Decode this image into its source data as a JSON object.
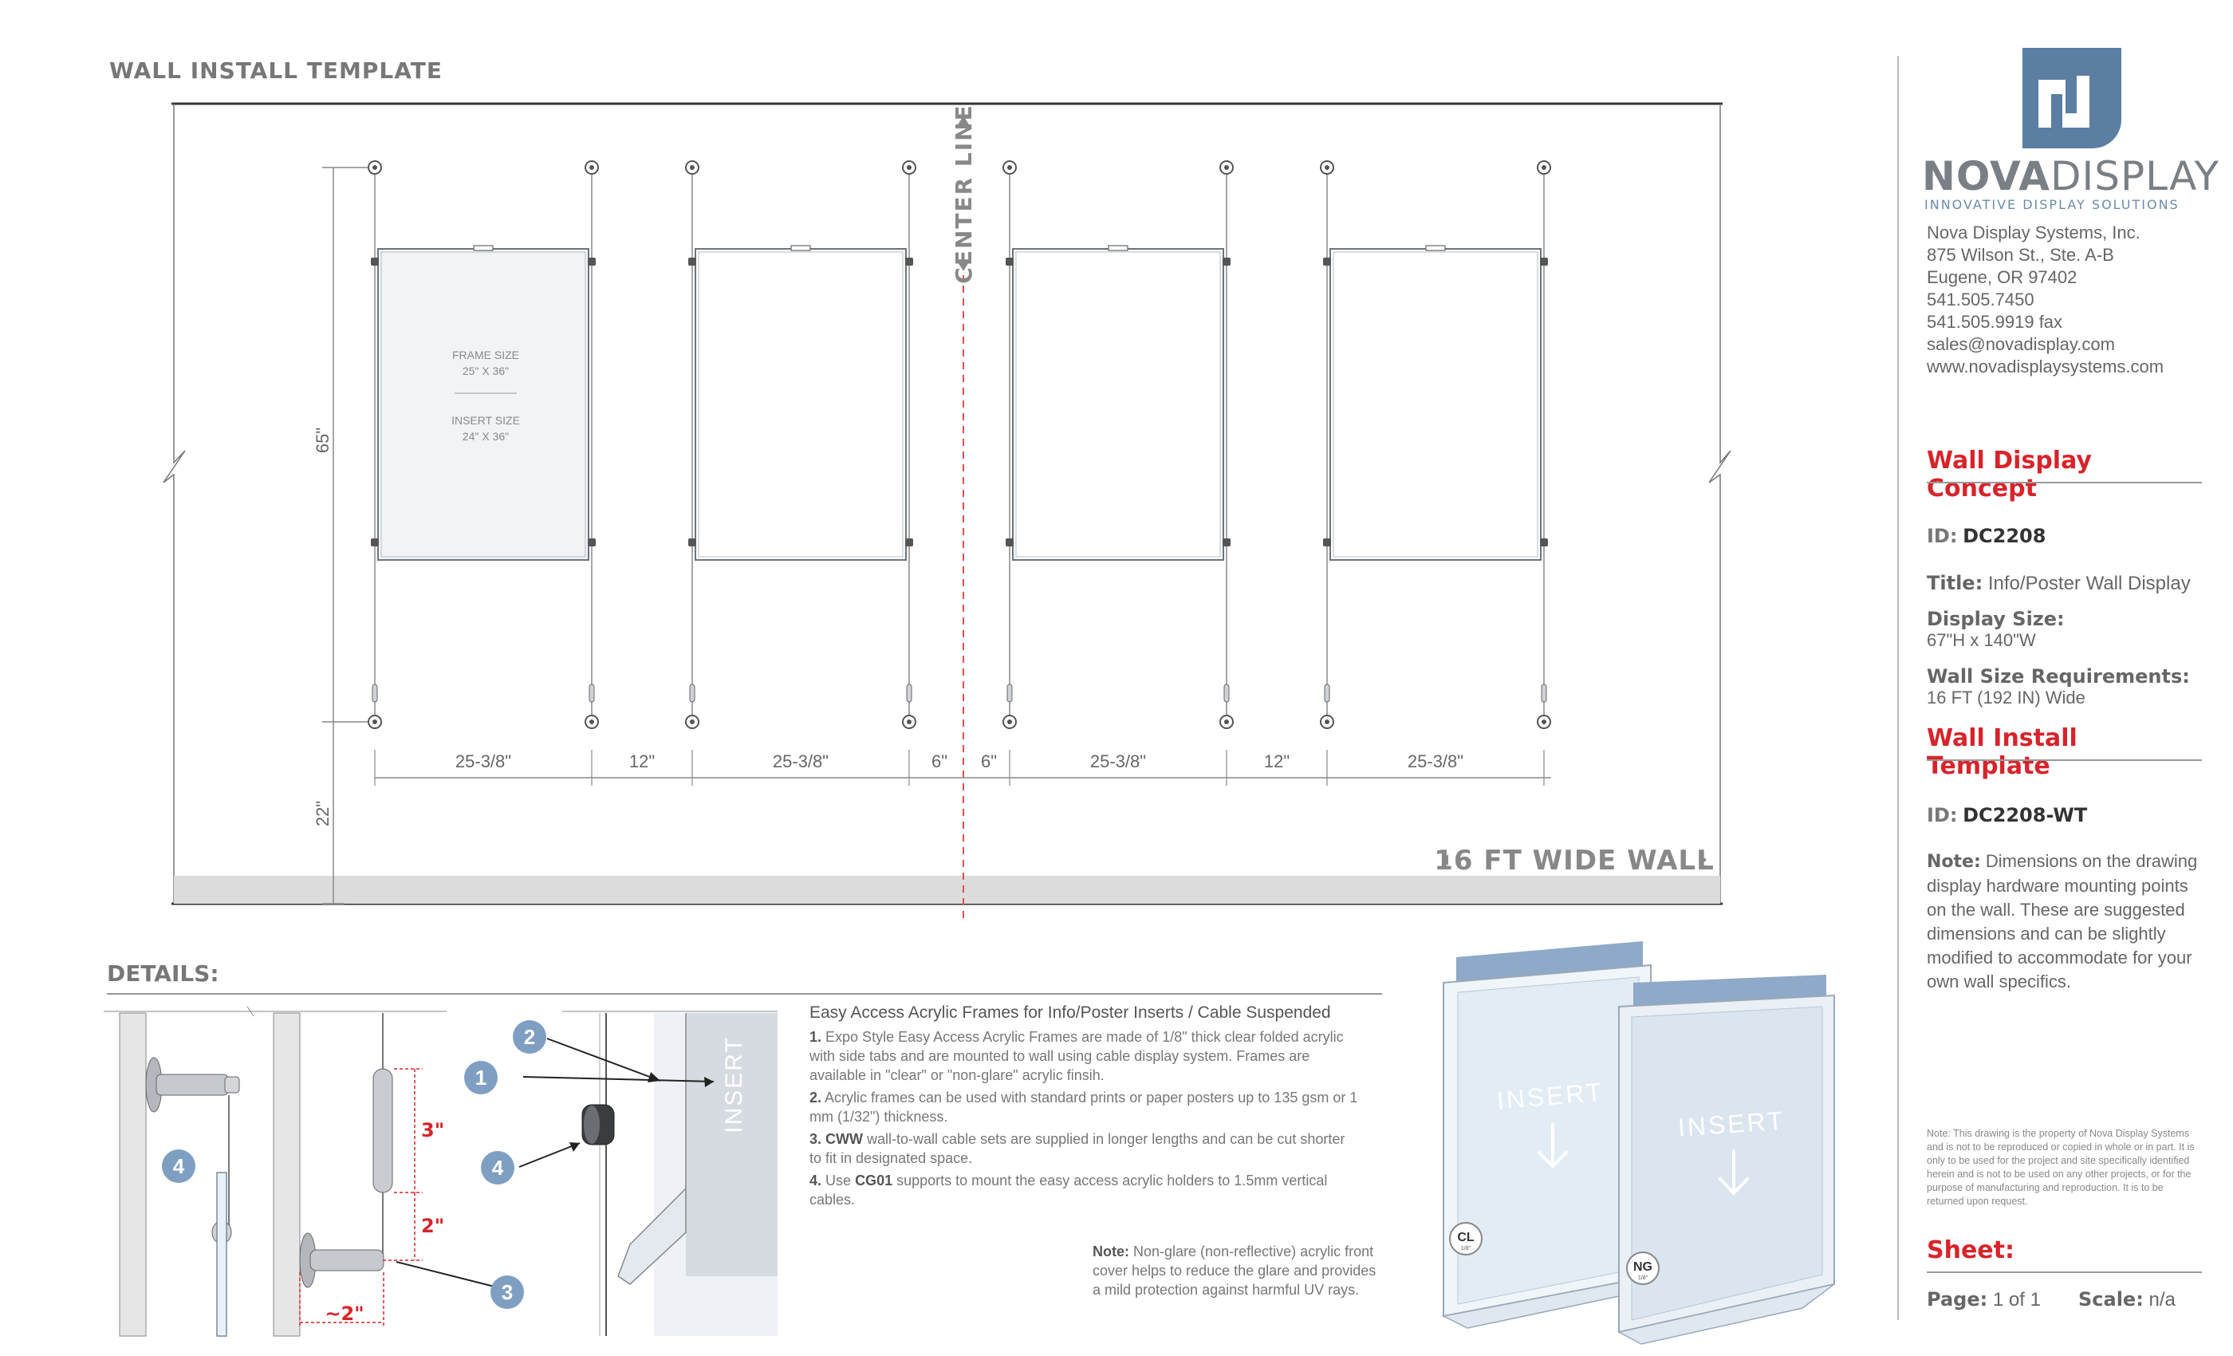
{
  "template_title": "WALL INSTALL TEMPLATE",
  "center_line_label": "CENTER LINE",
  "wall_width_label": "16 FT WIDE WALL",
  "frame_size_label": "FRAME SIZE",
  "frame_size_value": "25\" X 36\"",
  "insert_size_label": "INSERT SIZE",
  "insert_size_value": "24\" X 36\"",
  "height_dim": "65\"",
  "floor_dim": "22\"",
  "spacing_dims": [
    "25-3/8\"",
    "12\"",
    "25-3/8\"",
    "6\"",
    "6\"",
    "25-3/8\"",
    "12\"",
    "25-3/8\""
  ],
  "details": {
    "title": "DETAILS:",
    "heading": "Easy Access Acrylic Frames for Info/Poster Inserts / Cable Suspended",
    "items": [
      {
        "num": "1.",
        "text": "Expo Style Easy Access Acrylic Frames are made of 1/8\" thick clear folded acrylic with side tabs and are mounted to wall using cable display system. Frames are available in \"clear\" or \"non-glare\" acrylic finsih."
      },
      {
        "num": "2.",
        "text": "Acrylic frames can be used with standard prints or paper posters up to 135 gsm or 1 mm (1/32\") thickness."
      },
      {
        "num": "3.",
        "code": "CWW",
        "text": "wall-to-wall cable sets are supplied in longer lengths and can be cut shorter to fit in designated space."
      },
      {
        "num": "4.",
        "pre": "Use",
        "code": "CG01",
        "text": "supports to mount the easy access acrylic holders to 1.5mm vertical cables."
      }
    ],
    "note_label": "Note:",
    "note_text": "Non-glare (non-reflective) acrylic front cover helps to reduce the glare and provides a mild protection against harmful UV rays.",
    "dim_3": "3\"",
    "dim_2": "2\"",
    "dim_approx2": "~2\"",
    "insert_label": "INSERT",
    "badges": [
      "1",
      "2",
      "3",
      "4"
    ],
    "cl_label": "CL",
    "ng_label": "NG",
    "thick_label": "1/8\""
  },
  "sidebar": {
    "brand_bold": "NOVA",
    "brand_light": "DISPLAY",
    "tagline": "INNOVATIVE DISPLAY SOLUTIONS",
    "address": [
      "Nova Display Systems, Inc.",
      "875 Wilson St., Ste. A-B",
      "Eugene, OR 97402",
      "541.505.7450",
      "541.505.9919 fax",
      "sales@novadisplay.com",
      "www.novadisplaysystems.com"
    ],
    "concept_heading": "Wall Display Concept",
    "id_label": "ID:",
    "concept_id": "DC2208",
    "title_label": "Title:",
    "title_value": "Info/Poster Wall Display",
    "display_size_label": "Display Size:",
    "display_size_value": "67\"H x 140\"W",
    "wall_req_label": "Wall Size Requirements:",
    "wall_req_value": "16 FT (192 IN) Wide",
    "template_heading": "Wall Install Template",
    "template_id": "DC2208-WT",
    "note_label": "Note:",
    "note_text": "Dimensions on the drawing display hardware mounting points on the wall. These are suggested dimensions and can be slightly modified to accommodate for your own wall specifics.",
    "legal": "Note: This drawing is the property of Nova Display Systems and is not to be reproduced or copied in whole or in part. It is only to be used for the project and site specifically identified herein and is not to be used on any other projects, or for the purpose of manufacturing and reproduction. It is to be returned upon request.",
    "sheet_label": "Sheet:",
    "page_label": "Page:",
    "page_value": "1 of 1",
    "scale_label": "Scale:",
    "scale_value": "n/a"
  },
  "colors": {
    "brand_blue": "#5b7ea2",
    "accent_red": "#d8232a",
    "badge_blue": "#7f9fc2",
    "tab_blue": "#8fa9c8"
  }
}
